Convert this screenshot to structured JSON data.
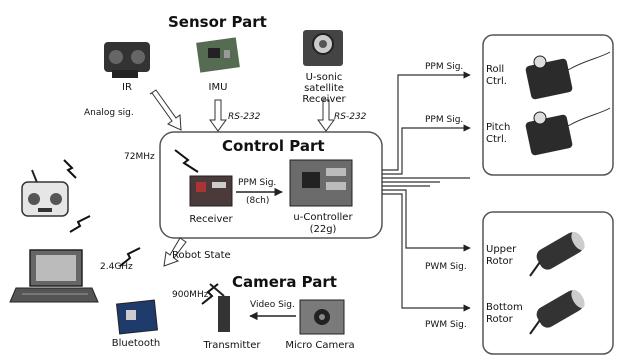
{
  "sensor_part": {
    "title": "Sensor Part",
    "ir": "IR",
    "imu": "IMU",
    "usonic_line1": "U-sonic",
    "usonic_line2": "satellite",
    "usonic_line3": "Receiver",
    "analog_sig": "Analog sig.",
    "rs232_left": "RS-232",
    "rs232_right": "RS-232"
  },
  "control_part": {
    "title": "Control Part",
    "freq_72": "72MHz",
    "ppm_sig": "PPM Sig.",
    "ppm_ch": "(8ch)",
    "receiver": "Receiver",
    "ucontroller": "u-Controller",
    "weight": "(22g)"
  },
  "servo_box": {
    "ppm_sig_1": "PPM Sig.",
    "ppm_sig_2": "PPM Sig.",
    "roll_line1": "Roll",
    "roll_line2": "Ctrl.",
    "pitch_line1": "Pitch",
    "pitch_line2": "Ctrl."
  },
  "rotor_box": {
    "pwm_sig_1": "PWM Sig.",
    "pwm_sig_2": "PWM Sig.",
    "upper_line1": "Upper",
    "upper_line2": "Rotor",
    "bottom_line1": "Bottom",
    "bottom_line2": "Rotor"
  },
  "ground": {
    "freq_24": "2.4GHz",
    "robot_state": "Robot State",
    "bluetooth": "Bluetooth"
  },
  "camera_part": {
    "title": "Camera Part",
    "freq_900": "900MHz",
    "video_sig": "Video Sig.",
    "transmitter": "Transmitter",
    "micro_camera": "Micro Camera"
  },
  "icons": {
    "ir": "ir-sensor-icon",
    "imu": "imu-board-icon",
    "usonic": "ultrasonic-sensor-icon",
    "rc": "rc-transmitter-icon",
    "laptop": "ground-station-laptop-icon",
    "receiver": "receiver-board-icon",
    "controller": "controller-board-icon",
    "servo": "servo-icon",
    "motor": "motor-icon",
    "bluetooth": "bluetooth-module-icon",
    "camera": "micro-camera-icon",
    "antenna": "wireless-link-icon"
  }
}
